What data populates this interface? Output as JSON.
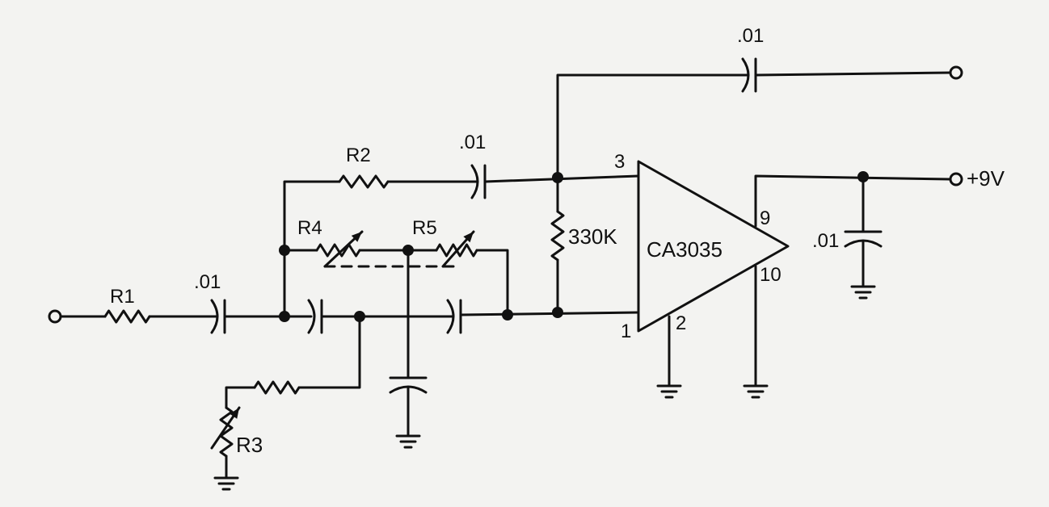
{
  "labels": {
    "r1": "R1",
    "r2": "R2",
    "r3": "R3",
    "r4": "R4",
    "r5": "R5",
    "c_in": ".01",
    "c_r2": ".01",
    "c_out": ".01",
    "c_supply": ".01",
    "r_feedback": "330K",
    "ic": "CA3035",
    "pin3": "3",
    "pin1": "1",
    "pin2": "2",
    "pin9": "9",
    "pin10": "10",
    "supply": "+9V"
  }
}
